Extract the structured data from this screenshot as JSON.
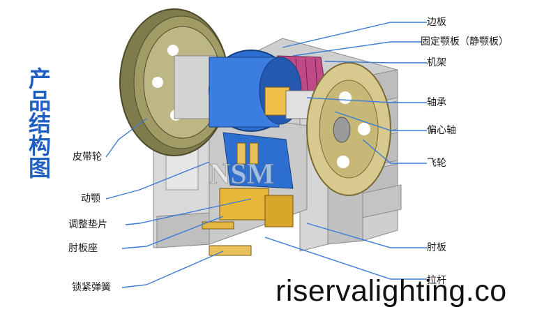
{
  "title": "产品结构图",
  "brand_mark": "NSM",
  "labels": {
    "side_plate": "边板",
    "fixed_jaw": "固定颚板（静颚板）",
    "frame": "机架",
    "bearing": "轴承",
    "eccentric_shaft": "偏心轴",
    "flywheel": "飞轮",
    "pulley": "皮带轮",
    "moving_jaw": "动颚",
    "adjust_shim": "调整垫片",
    "toggle_seat": "肘板座",
    "toggle_plate": "肘板",
    "lock_spring": "锁紧弹簧",
    "pull_rod": "拉杆"
  },
  "watermark": "riservalighting.co",
  "colors": {
    "title": "#1f5fc4",
    "label_line": "#3a7bd5",
    "frame_grey": "#c9c9c9",
    "pulley_olive": "#8f8b5a",
    "blue_part": "#2d6fd1",
    "flywheel_tan": "#d8c98e"
  }
}
